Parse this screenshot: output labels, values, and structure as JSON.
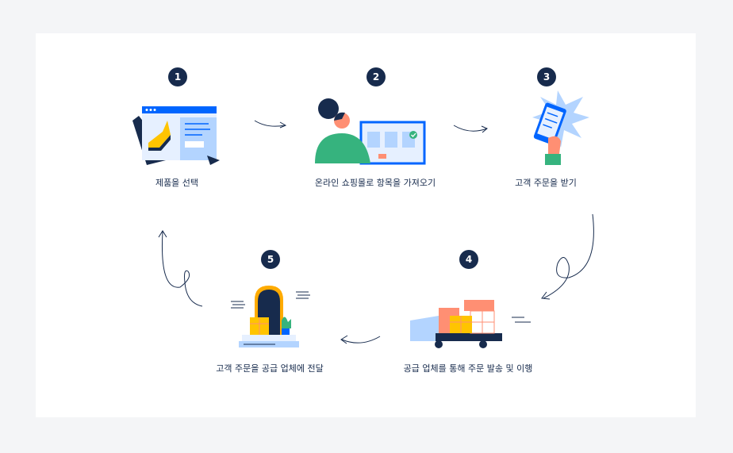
{
  "steps": [
    {
      "number": "1",
      "label": "제품을 선택"
    },
    {
      "number": "2",
      "label": "온라인 쇼핑몰로 항목을 가져오기"
    },
    {
      "number": "3",
      "label": "고객 주문을 받기"
    },
    {
      "number": "4",
      "label": "공급 업체를 통해 주문 발송 및 이행"
    },
    {
      "number": "5",
      "label": "고객 주문을 공급 업체에 전달"
    }
  ],
  "colors": {
    "navy": "#172b4d",
    "blue": "#0065ff",
    "light_blue": "#b3d4ff",
    "green": "#36b37e",
    "yellow": "#ffc400",
    "orange": "#ffab00",
    "peach": "#ff8f73"
  }
}
